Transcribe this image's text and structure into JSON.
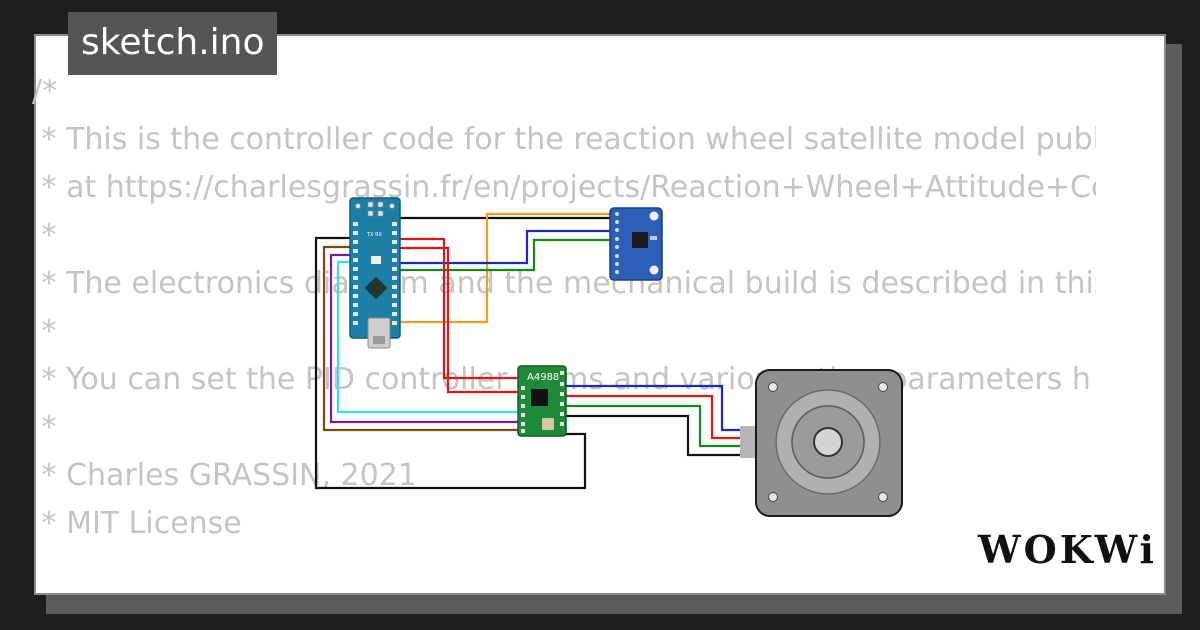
{
  "window": {
    "title": "sketch.ino"
  },
  "code_lines": [
    "/*",
    " * This is the controller code for the reaction wheel satellite model publ",
    " * at https://charlesgrassin.fr/en/projects/Reaction+Wheel+Attitude+Contro",
    " *",
    " * The electronics diagram and the mechanical build is described in this",
    " *",
    " * You can set the PID controller terms and various other parameters h",
    " *",
    " * Charles GRASSIN, 2021",
    " * MIT License",
    " */"
  ],
  "components": {
    "driver_label": "A4988",
    "nano_label": "TX RX"
  },
  "branding": {
    "logo_text": "WOKWi"
  },
  "colors": {
    "nano_board": "#1c7fa6",
    "mpu_board": "#2b5fb8",
    "driver_board": "#1f8a3a",
    "motor_body": "#8f8f8f"
  }
}
